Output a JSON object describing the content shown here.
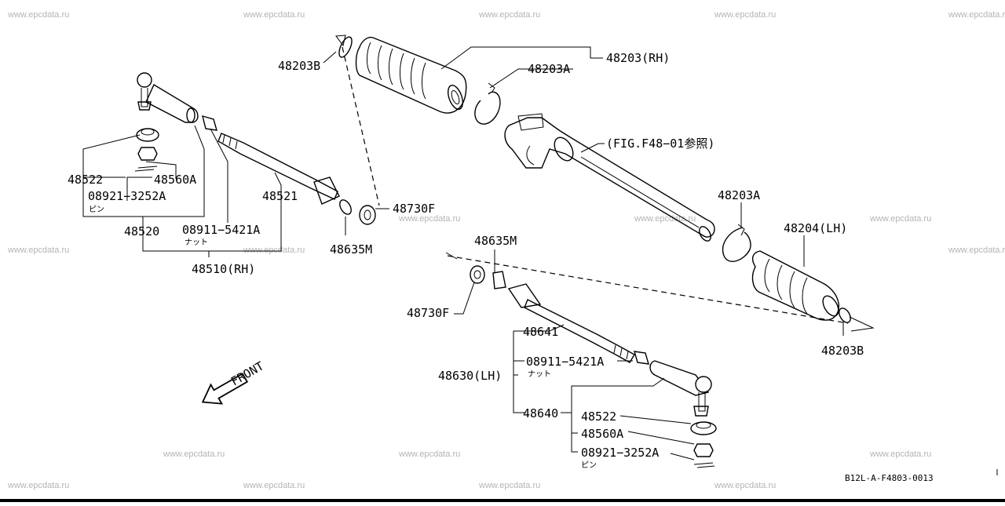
{
  "watermark_text": "www.epcdata.ru",
  "labels": {
    "p48203B_top": "48203B",
    "p48203_rh": "48203(RH)",
    "p48203A_top": "48203A",
    "fig_ref": "(FIG.F48−01参照)",
    "p48522_rh": "48522",
    "p48560A_rh": "48560A",
    "p08921_rh": "08921−3252A",
    "pin_rh": "ピン",
    "p48521": "48521",
    "p48730F_top": "48730F",
    "p48520": "48520",
    "p08911_rh": "08911−5421A",
    "nut_rh": "ナット",
    "p48635M_rh": "48635M",
    "p48510_rh": "48510(RH)",
    "p48203A_lh": "48203A",
    "p48204_lh": "48204(LH)",
    "p48635M_lh": "48635M",
    "p48730F_lh": "48730F",
    "p48203B_lh": "48203B",
    "p48641": "48641",
    "p08911_lh": "08911−5421A",
    "nut_lh": "ナット",
    "p48630_lh": "48630(LH)",
    "p48640": "48640",
    "p48522_lh": "48522",
    "p48560A_lh": "48560A",
    "p08921_lh": "08921−3252A",
    "pin_lh": "ピン",
    "front": "FRONT",
    "drawing_code": "B12L-A-F4803-0013"
  }
}
